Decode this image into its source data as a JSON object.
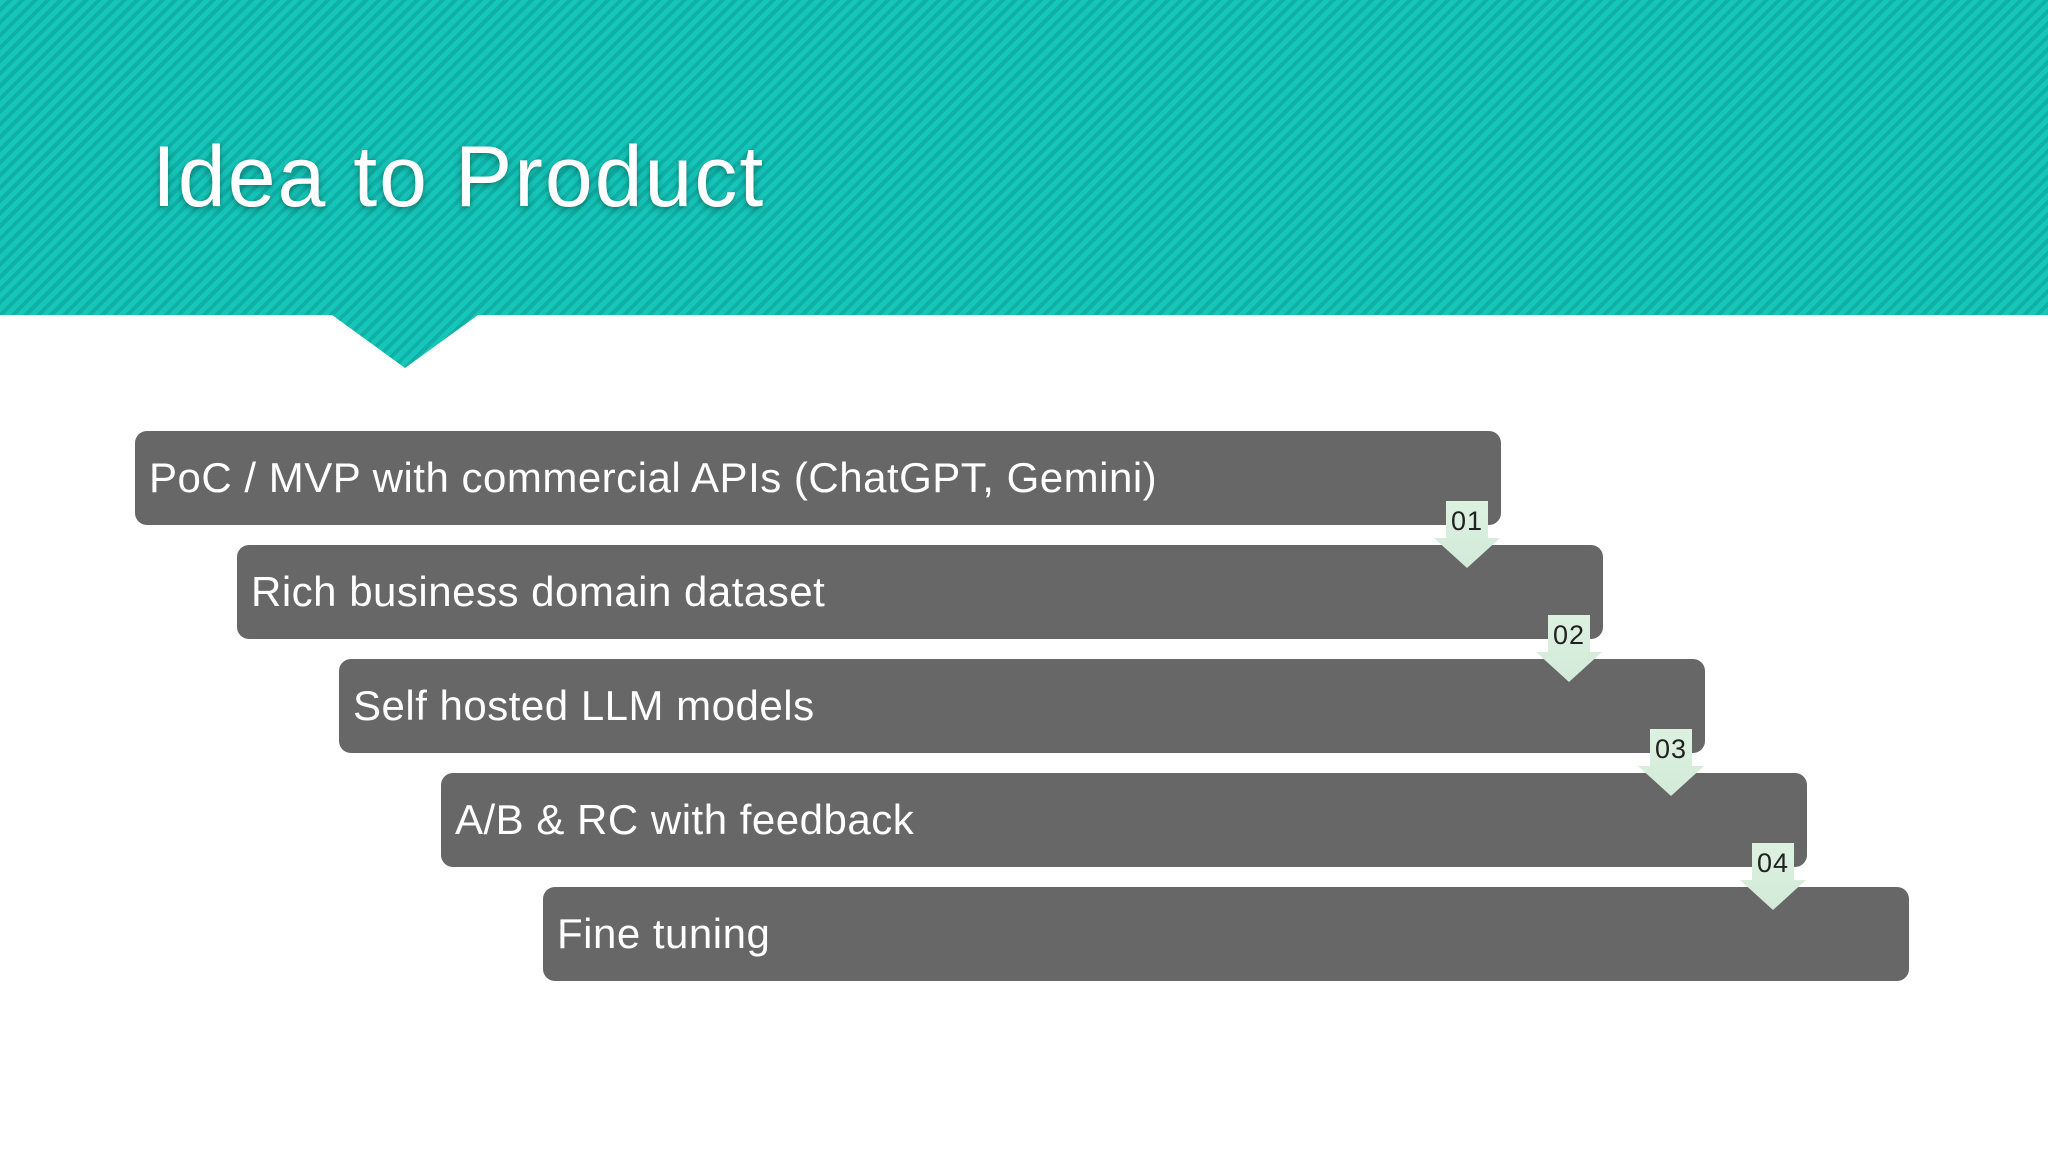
{
  "slide": {
    "title": "Idea to Product",
    "background": "#ffffff"
  },
  "theme": {
    "band_teal": "#16c6b9",
    "band_stripe_dark": "#0fb1a6",
    "bar_gray": "#676767",
    "bar_text": "#ffffff",
    "marker_fill": "#d6ebda",
    "marker_text": "#212121",
    "title_text": "#ffffff"
  },
  "process": {
    "type": "staircase",
    "steps": [
      {
        "label": "PoC / MVP with commercial APIs (ChatGPT, Gemini)",
        "marker": "01"
      },
      {
        "label": "Rich business domain dataset",
        "marker": "02"
      },
      {
        "label": "Self hosted LLM models",
        "marker": "03"
      },
      {
        "label": "A/B & RC with feedback",
        "marker": "04"
      },
      {
        "label": "Fine tuning"
      }
    ]
  }
}
